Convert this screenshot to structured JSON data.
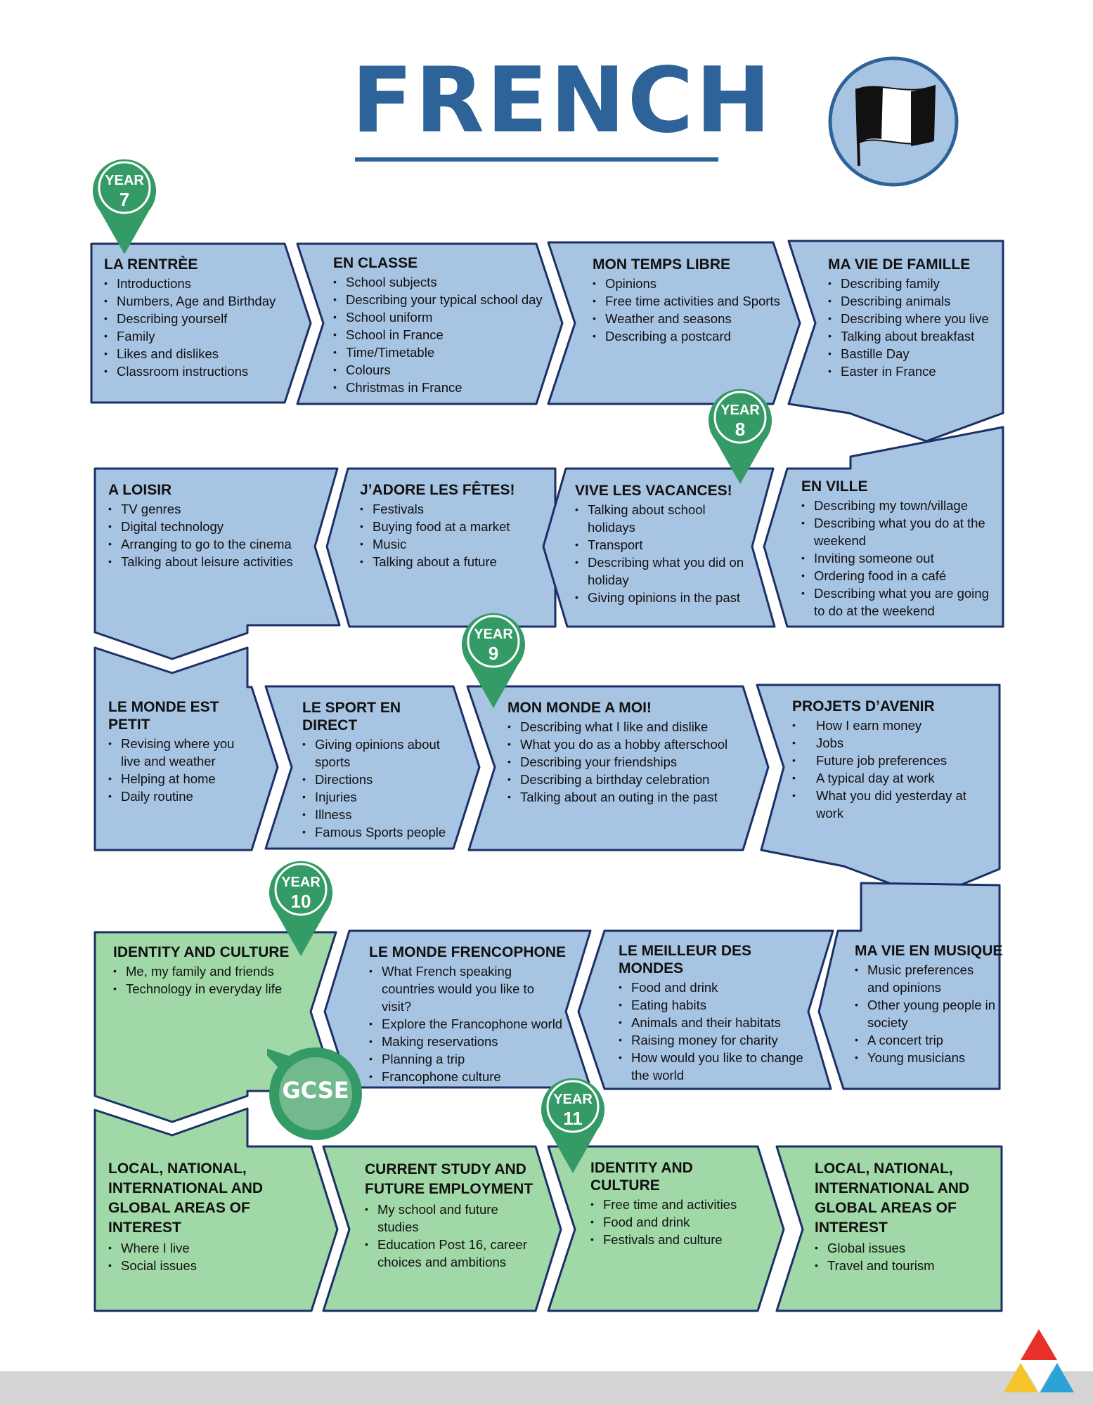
{
  "page": {
    "title": "FRENCH",
    "flag_icon": "flag-icon",
    "colors": {
      "title": "#2e6399",
      "blue_box": "#a8c4e3",
      "green_box": "#a1d8a8",
      "outline": "#1c2f66",
      "pin": "#349a66",
      "gcse": "#349a66"
    }
  },
  "pins": [
    {
      "word": "YEAR",
      "number": "7"
    },
    {
      "word": "YEAR",
      "number": "8"
    },
    {
      "word": "YEAR",
      "number": "9"
    },
    {
      "word": "YEAR",
      "number": "10"
    },
    {
      "word": "YEAR",
      "number": "11"
    }
  ],
  "gcse": {
    "label": "GCSE"
  },
  "boxes": [
    {
      "title": "LA RENTRÈE",
      "items": [
        "Introductions",
        "Numbers, Age and Birthday",
        "Describing yourself",
        "Family",
        "Likes and dislikes",
        "Classroom instructions"
      ]
    },
    {
      "title": "EN CLASSE",
      "items": [
        "School subjects",
        "Describing your typical school day",
        "School uniform",
        "School in France",
        "Time/Timetable",
        "Colours",
        "Christmas in France"
      ]
    },
    {
      "title": "MON TEMPS LIBRE",
      "items": [
        "Opinions",
        "Free time activities and Sports",
        "Weather and seasons",
        "Describing a postcard"
      ]
    },
    {
      "title": "MA VIE DE FAMILLE",
      "items": [
        "Describing family",
        "Describing animals",
        "Describing where you live",
        "Talking about breakfast",
        "Bastille Day",
        "Easter in France"
      ]
    },
    {
      "title": "A LOISIR",
      "items": [
        "TV genres",
        "Digital technology",
        "Arranging to go to the cinema",
        "Talking about leisure activities"
      ]
    },
    {
      "title": "J’ADORE LES FÊTES!",
      "items": [
        "Festivals",
        "Buying food at a market",
        "Music",
        "Talking about a future"
      ]
    },
    {
      "title": "VIVE LES VACANCES!",
      "items": [
        "Talking about school holidays",
        "Transport",
        "Describing what you did on holiday",
        "Giving opinions in the past"
      ]
    },
    {
      "title": "EN VILLE",
      "items": [
        "Describing my town/village",
        "Describing what you do at the weekend",
        "Inviting someone out",
        "Ordering food in a café",
        "Describing what you are going to do at the weekend"
      ]
    },
    {
      "title": "LE MONDE EST PETIT",
      "items": [
        "Revising where you live and weather",
        "Helping at home",
        "Daily routine"
      ]
    },
    {
      "title": "LE SPORT EN DIRECT",
      "items": [
        "Giving opinions about sports",
        "Directions",
        "Injuries",
        "Illness",
        "Famous Sports people"
      ]
    },
    {
      "title": "MON MONDE A MOI!",
      "items": [
        "Describing what I like and dislike",
        "What you do as a hobby afterschool",
        "Describing your friendships",
        "Describing a birthday celebration",
        "Talking about an outing in the past"
      ]
    },
    {
      "title": "PROJETS D’AVENIR",
      "items": [
        "How I earn money",
        "Jobs",
        "Future job preferences",
        "A typical day at work",
        "What you did yesterday at work"
      ]
    },
    {
      "title": "IDENTITY AND CULTURE",
      "items": [
        "Me, my family and friends",
        "Technology in everyday life"
      ]
    },
    {
      "title": "LE MONDE FRENCOPHONE",
      "items": [
        "What French speaking countries would you like to visit?",
        "Explore the Francophone world",
        "Making reservations",
        "Planning a trip",
        "Francophone culture"
      ]
    },
    {
      "title": "LE MEILLEUR DES MONDES",
      "items": [
        "Food and drink",
        "Eating habits",
        "Animals and their habitats",
        "Raising money for charity",
        "How would you like to change the world"
      ]
    },
    {
      "title": "MA VIE EN MUSIQUE",
      "items": [
        "Music preferences and opinions",
        "Other young people in society",
        "A concert trip",
        "Young musicians"
      ]
    },
    {
      "title": "LOCAL, NATIONAL, INTERNATIONAL AND GLOBAL AREAS OF INTEREST",
      "items": [
        "Where I live",
        "Social issues"
      ]
    },
    {
      "title": "CURRENT STUDY AND FUTURE EMPLOYMENT",
      "items": [
        "My school and future studies",
        "Education Post 16, career choices and ambitions"
      ]
    },
    {
      "title": "IDENTITY AND CULTURE",
      "items": [
        "Free time and activities",
        "Food and drink",
        "Festivals and culture"
      ]
    },
    {
      "title": "LOCAL, NATIONAL, INTERNATIONAL AND GLOBAL AREAS OF INTEREST",
      "items": [
        "Global issues",
        "Travel and tourism"
      ]
    }
  ]
}
